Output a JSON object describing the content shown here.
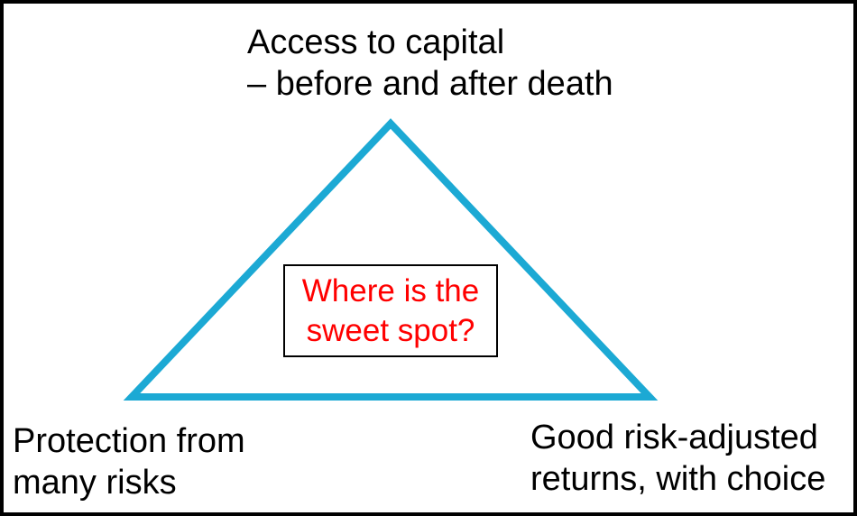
{
  "diagram": {
    "top_label": "Access to capital\n– before and after death",
    "bottom_left_label": "Protection from\nmany risks",
    "bottom_right_label": "Good risk-adjusted\nreturns, with choice",
    "center_box": {
      "text": "Where is the\nsweet spot?",
      "text_color": "#FF0000",
      "border_color": "#000000"
    },
    "triangle": {
      "color": "#1CA9D4"
    },
    "frame_border_color": "#000000",
    "text_color": "#000000",
    "background_color": "#FFFFFF"
  }
}
